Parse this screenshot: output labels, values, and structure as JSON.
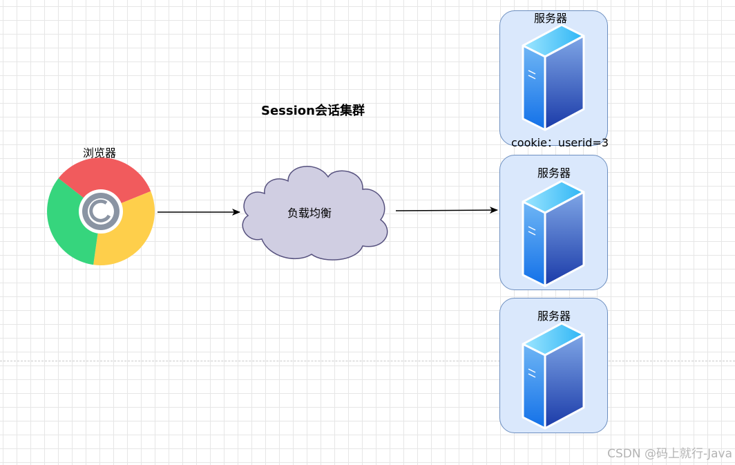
{
  "diagram": {
    "title": "Session会话集群",
    "browser": {
      "label": "浏览器",
      "icon": "chrome-icon"
    },
    "load_balancer": {
      "label": "负载均衡",
      "shape": "cloud"
    },
    "servers": [
      {
        "label": "服务器",
        "note": "cookie：userid=3"
      },
      {
        "label": "服务器"
      },
      {
        "label": "服务器"
      }
    ],
    "colors": {
      "server_fill": "#dae8fc",
      "server_stroke": "#6c8ebf",
      "cloud_fill": "#d0cee2",
      "cloud_stroke": "#56517e",
      "chrome_red": "#f15b5d",
      "chrome_green": "#36d57d",
      "chrome_yellow": "#fecf4b"
    }
  },
  "watermark": "CSDN @码上就行-Java"
}
